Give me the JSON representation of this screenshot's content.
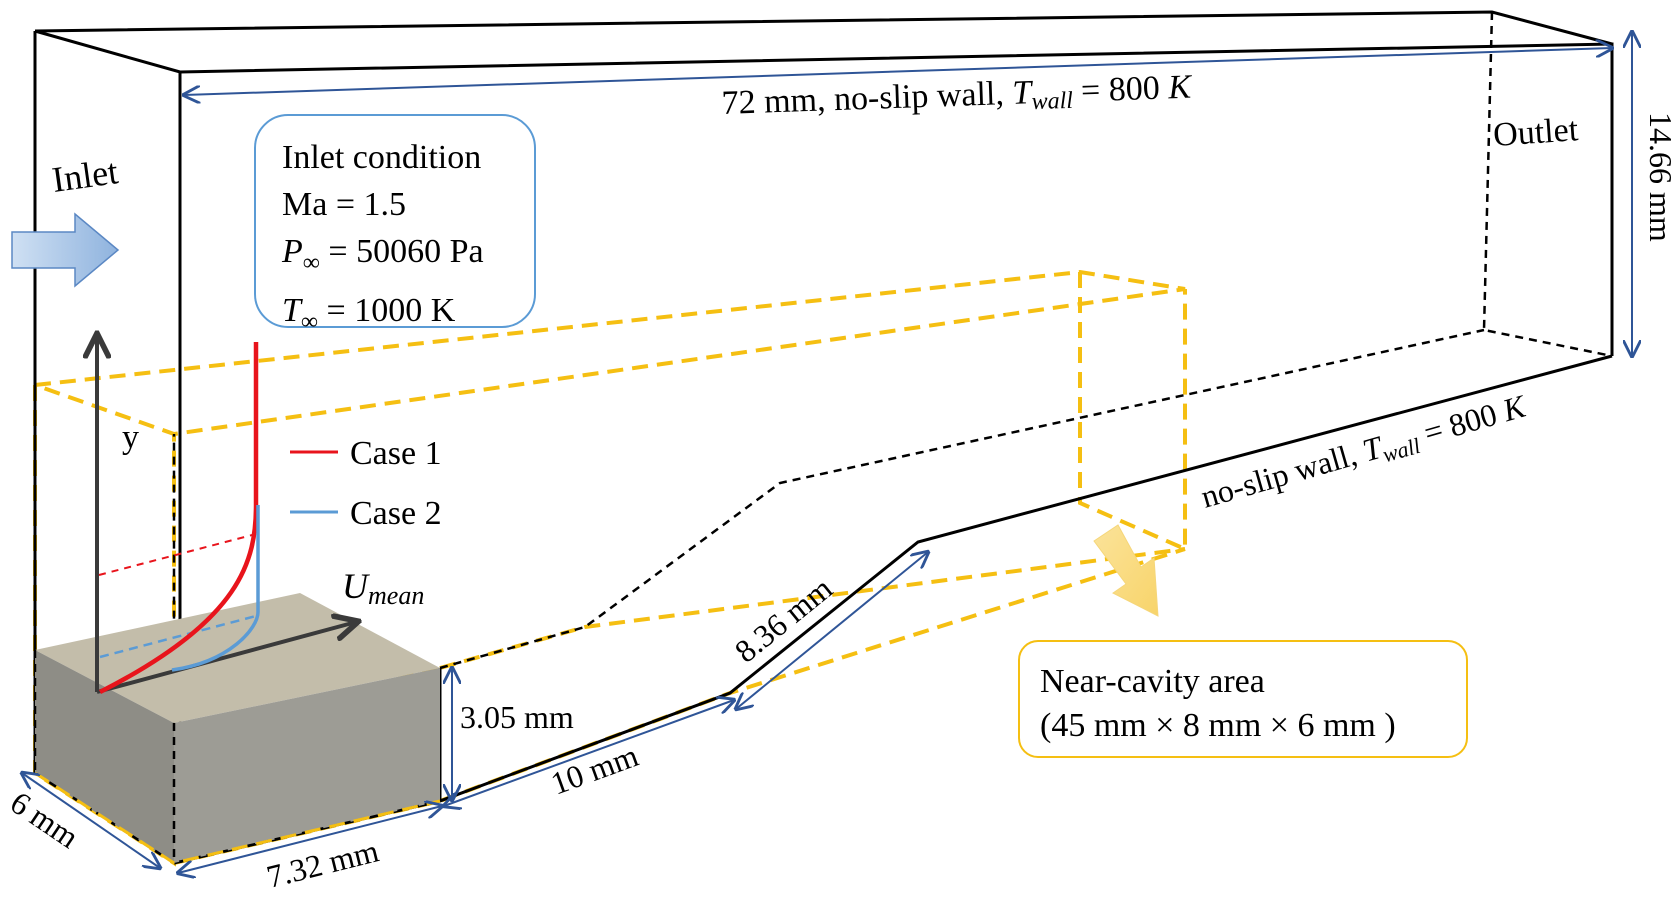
{
  "labels": {
    "inlet": "Inlet",
    "outlet": "Outlet",
    "top_wall": "72 mm, no-slip wall,",
    "bottom_wall": "no-slip wall,",
    "wall_temp_symbol": "T",
    "wall_temp_sub": "wall",
    "wall_temp_value": "= 800",
    "wall_temp_unit": "K",
    "height_dim": "14.66 mm",
    "depth_dim": "6 mm",
    "step_len": "7.32 mm",
    "step_height": "3.05 mm",
    "cavity_len": "10 mm",
    "ramp_len": "8.36 mm",
    "y_axis": "y",
    "u_symbol": "U",
    "u_sub": "mean"
  },
  "inlet_condition": {
    "title": "Inlet condition",
    "ma": "Ma = 1.5",
    "p_symbol": "P",
    "p_sub": "∞",
    "p_value": " = 50060 Pa",
    "t_symbol": "T",
    "t_sub": "∞",
    "t_value": " = 1000 K"
  },
  "near_cavity": {
    "title": "Near-cavity area",
    "size": "(45 mm × 8 mm × 6 mm )"
  },
  "legend": [
    {
      "name": "Case 1",
      "color": "#e8141c"
    },
    {
      "name": "Case 2",
      "color": "#5b9bd5"
    }
  ],
  "colors": {
    "outline": "#000000",
    "dim_arrow": "#2f5597",
    "region_dash": "#f5bf12",
    "block_top": "#c3bdaa",
    "block_front": "#999890",
    "axis": "#3a3a3a"
  }
}
